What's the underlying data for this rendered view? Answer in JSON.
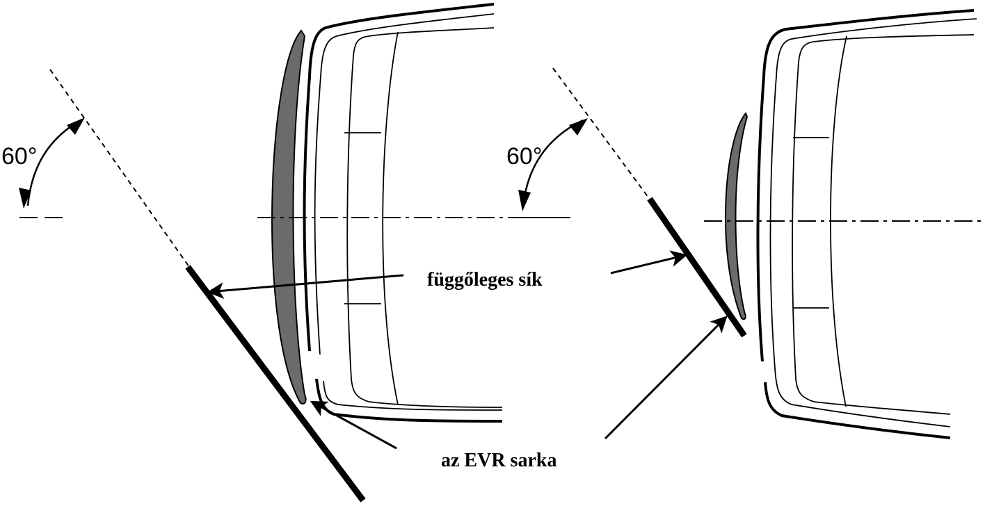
{
  "labels": {
    "angle_left": "60°",
    "angle_right": "60°",
    "vertical_plane": "függőleges sík",
    "evr_corner": "az EVR sarka"
  },
  "colors": {
    "mirror_fill": "#6b6b6b",
    "line": "#000000",
    "background": "#ffffff"
  }
}
